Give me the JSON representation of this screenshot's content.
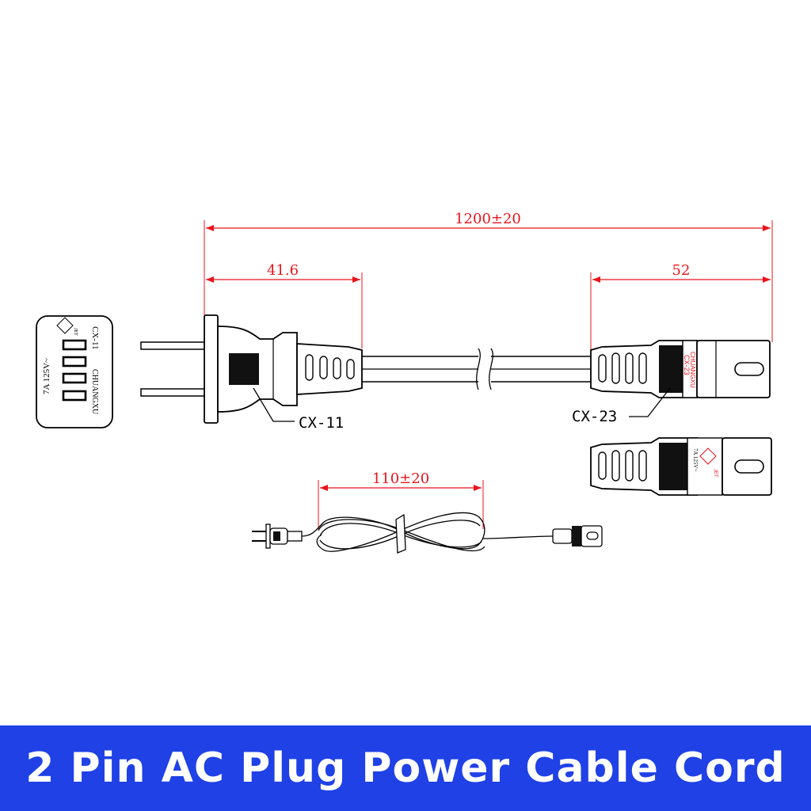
{
  "dimensions": {
    "overall_length": "1200±20",
    "plug_length": "41.6",
    "connector_length": "52",
    "coil_length": "110±20"
  },
  "labels": {
    "plug_model": "CX-11",
    "connector_model": "CX-23"
  },
  "plug_face": {
    "rating": "7A 125V~",
    "model": "CX-11",
    "brand": "CHUANGXU",
    "mark": "JET"
  },
  "connector_marking": {
    "model": "CX-23",
    "brand": "CHUANGXU"
  },
  "connector_side_marking": {
    "rating": "7A 125V~",
    "mark": "JET"
  },
  "banner": {
    "title": "2 Pin AC Plug Power Cable Cord"
  }
}
